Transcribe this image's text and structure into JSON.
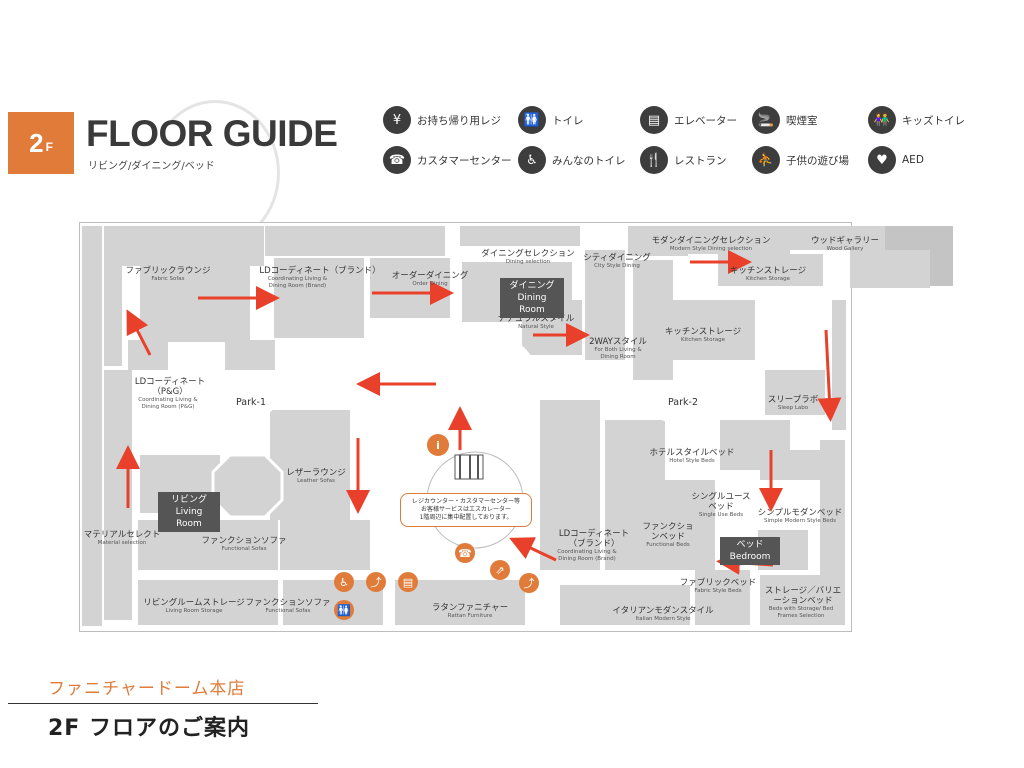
{
  "header": {
    "floor_number": "2",
    "floor_suffix": "F",
    "title": "FLOOR GUIDE",
    "subtitle": "リビング/ダイニング/ベッド"
  },
  "legend": [
    {
      "icon": "yen-icon",
      "glyph": "¥",
      "label": "お持ち帰り用レジ"
    },
    {
      "icon": "restroom-icon",
      "glyph": "🚻",
      "label": "トイレ"
    },
    {
      "icon": "elevator-icon",
      "glyph": "▤",
      "label": "エレベーター"
    },
    {
      "icon": "smoking-icon",
      "glyph": "🚬",
      "label": "喫煙室"
    },
    {
      "icon": "kids-restroom-icon",
      "glyph": "👫",
      "label": "キッズトイレ"
    },
    {
      "icon": "customer-center-icon",
      "glyph": "☎",
      "label": "カスタマーセンター"
    },
    {
      "icon": "accessible-restroom-icon",
      "glyph": "♿",
      "label": "みんなのトイレ"
    },
    {
      "icon": "restaurant-icon",
      "glyph": "🍴",
      "label": "レストラン"
    },
    {
      "icon": "kids-play-icon",
      "glyph": "⛹",
      "label": "子供の遊び場"
    },
    {
      "icon": "aed-icon",
      "glyph": "♥",
      "label": "AED"
    }
  ],
  "map": {
    "parks": [
      "Park-1",
      "Park-2"
    ],
    "zones": [
      {
        "jp": "ファブリックラウンジ",
        "en": "Fabric Sofas"
      },
      {
        "jp": "LDコーディネート（ブランド）",
        "en": "Coordinating Living & Dining Room (Brand)"
      },
      {
        "jp": "オーダーダイニング",
        "en": "Order Dining"
      },
      {
        "jp": "ダイニングセレクション",
        "en": "Dining selection"
      },
      {
        "jp": "シティダイニング",
        "en": "City Style Dining"
      },
      {
        "jp": "モダンダイニングセレクション",
        "en": "Modern Style Dining selection"
      },
      {
        "jp": "ウッドギャラリー",
        "en": "Wood Gallery"
      },
      {
        "jp": "キッチンストレージ",
        "en": "Kitchen Storage"
      },
      {
        "jp": "ナチュラルスタイル",
        "en": "Natural Style"
      },
      {
        "jp": "2WAYスタイル",
        "en": "For Both Living & Dining Room"
      },
      {
        "jp": "キッチンストレージ",
        "en": "Kitchen Storage"
      },
      {
        "jp": "LDコーディネート（P&G）",
        "en": "Coordinating Living & Dining Room (P&G)"
      },
      {
        "jp": "スリープラボ",
        "en": "Sleep Labo"
      },
      {
        "jp": "ホテルスタイルベッド",
        "en": "Hotel Style Beds"
      },
      {
        "jp": "レザーラウンジ",
        "en": "Leather Sofas"
      },
      {
        "jp": "シングルユースベッド",
        "en": "Single Use Beds"
      },
      {
        "jp": "シンプルモダンベッド",
        "en": "Simple Modern Style Beds"
      },
      {
        "jp": "マテリアルセレクト",
        "en": "Material selection"
      },
      {
        "jp": "ファンクションソファ",
        "en": "Functional Sofas"
      },
      {
        "jp": "LDコーディネート（ブランド）",
        "en": "Coordinating Living & Dining Room (Brand)"
      },
      {
        "jp": "ファンクションベッド",
        "en": "Functional Beds"
      },
      {
        "jp": "リビングルームストレージ",
        "en": "Living Room Storage"
      },
      {
        "jp": "ファンクションソファ",
        "en": "Functional Sofas"
      },
      {
        "jp": "ラタンファニチャー",
        "en": "Rattan Furniture"
      },
      {
        "jp": "イタリアンモダンスタイル",
        "en": "Italian Modern Style"
      },
      {
        "jp": "ファブリックベッド",
        "en": "Fabric Style Beds"
      },
      {
        "jp": "ストレージ／バリエーションベッド",
        "en": "Beds with Storage/ Bed Frames Selection"
      }
    ],
    "highlight_zones": [
      {
        "jp": "ダイニング",
        "en": "Dining Room"
      },
      {
        "jp": "リビング",
        "en": "Living Room"
      },
      {
        "jp": "ベッド",
        "en": "Bedroom"
      }
    ],
    "notice": [
      "レジカウンター・カスタマーセンター等",
      "お客様サービスはエスカレーター",
      "1階周辺に集中配置しております。"
    ],
    "info_glyph": "i"
  },
  "footer": {
    "store_name": "ファニチャードーム本店",
    "guide_title": "2F フロアのご案内"
  },
  "colors": {
    "accent": "#e07b39",
    "arrow": "#e8402a",
    "tile": "#d3d3d3",
    "label_bg": "#555555"
  }
}
